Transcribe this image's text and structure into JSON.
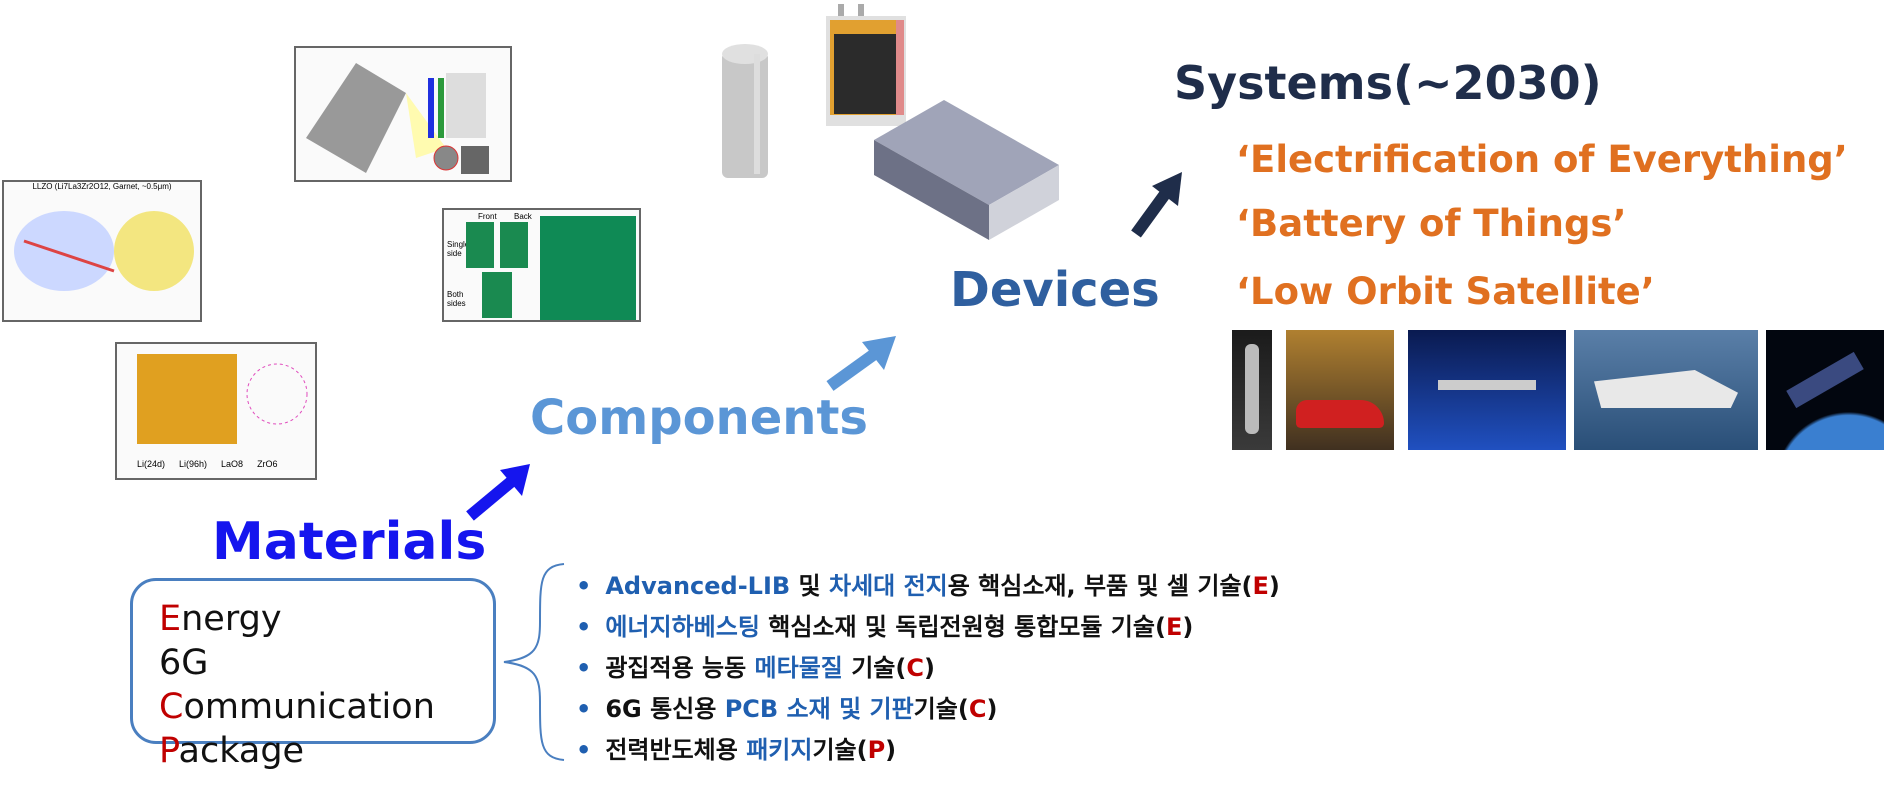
{
  "systems": {
    "title": "Systems(~2030)",
    "phrases": [
      "‘Electrification of Everything’",
      "‘Battery of Things’",
      "‘Low Orbit Satellite’"
    ],
    "photos": [
      "humanoid-robot-photo",
      "electric-car-photo",
      "air-mobility-photo",
      "electric-boat-photo",
      "satellite-photo"
    ]
  },
  "devices": {
    "title": "Devices"
  },
  "components": {
    "title": "Components"
  },
  "materials": {
    "title": "Materials",
    "box": [
      {
        "initial": "E",
        "rest": "nergy",
        "prefix": ""
      },
      {
        "prefix": "6G ",
        "initial": "C",
        "rest": "ommunication"
      },
      {
        "prefix": "",
        "initial": "P",
        "rest": "ackage"
      }
    ]
  },
  "bullets": [
    {
      "parts": [
        {
          "t": "Advanced-LIB",
          "hl": true
        },
        {
          "t": " 및 ",
          "hl": false
        },
        {
          "t": "차세대 전지",
          "hl": true
        },
        {
          "t": "용 핵심소재, 부품 및 셀 기술(",
          "hl": false
        }
      ],
      "code": "E"
    },
    {
      "parts": [
        {
          "t": "에너지하베스팅",
          "hl": true
        },
        {
          "t": " 핵심소재 및 독립전원형  통합모듈 기술(",
          "hl": false
        }
      ],
      "code": "E"
    },
    {
      "parts": [
        {
          "t": "광집적용 능동 ",
          "hl": false
        },
        {
          "t": "메타물질",
          "hl": true
        },
        {
          "t": " 기술(",
          "hl": false
        }
      ],
      "code": "C"
    },
    {
      "parts": [
        {
          "t": "6G 통신용 ",
          "hl": false
        },
        {
          "t": "PCB 소재 및 기판",
          "hl": true
        },
        {
          "t": "기술(",
          "hl": false
        }
      ],
      "code": "C"
    },
    {
      "parts": [
        {
          "t": "전력반도체용 ",
          "hl": false
        },
        {
          "t": "패키지",
          "hl": true
        },
        {
          "t": "기술(",
          "hl": false
        }
      ],
      "code": "P"
    }
  ],
  "figures": {
    "battery_schematic_labels": [
      "Front",
      "Back",
      "Single side",
      "Both sides"
    ],
    "crystal_legend": [
      "Li(24d)",
      "Li(96h)",
      "LaO8",
      "ZrO6"
    ],
    "llzo_caption": "LLZO (Li7La3Zr2O12, Garnet, ~0.5μm)"
  },
  "colors": {
    "systems": "#1f2d4a",
    "phrase": "#e07020",
    "devices": "#2f5f9f",
    "components": "#5b96d6",
    "materials": "#1515ee",
    "highlight": "#1f5fb0",
    "code": "#c00000",
    "box_border": "#4a7fc0"
  }
}
